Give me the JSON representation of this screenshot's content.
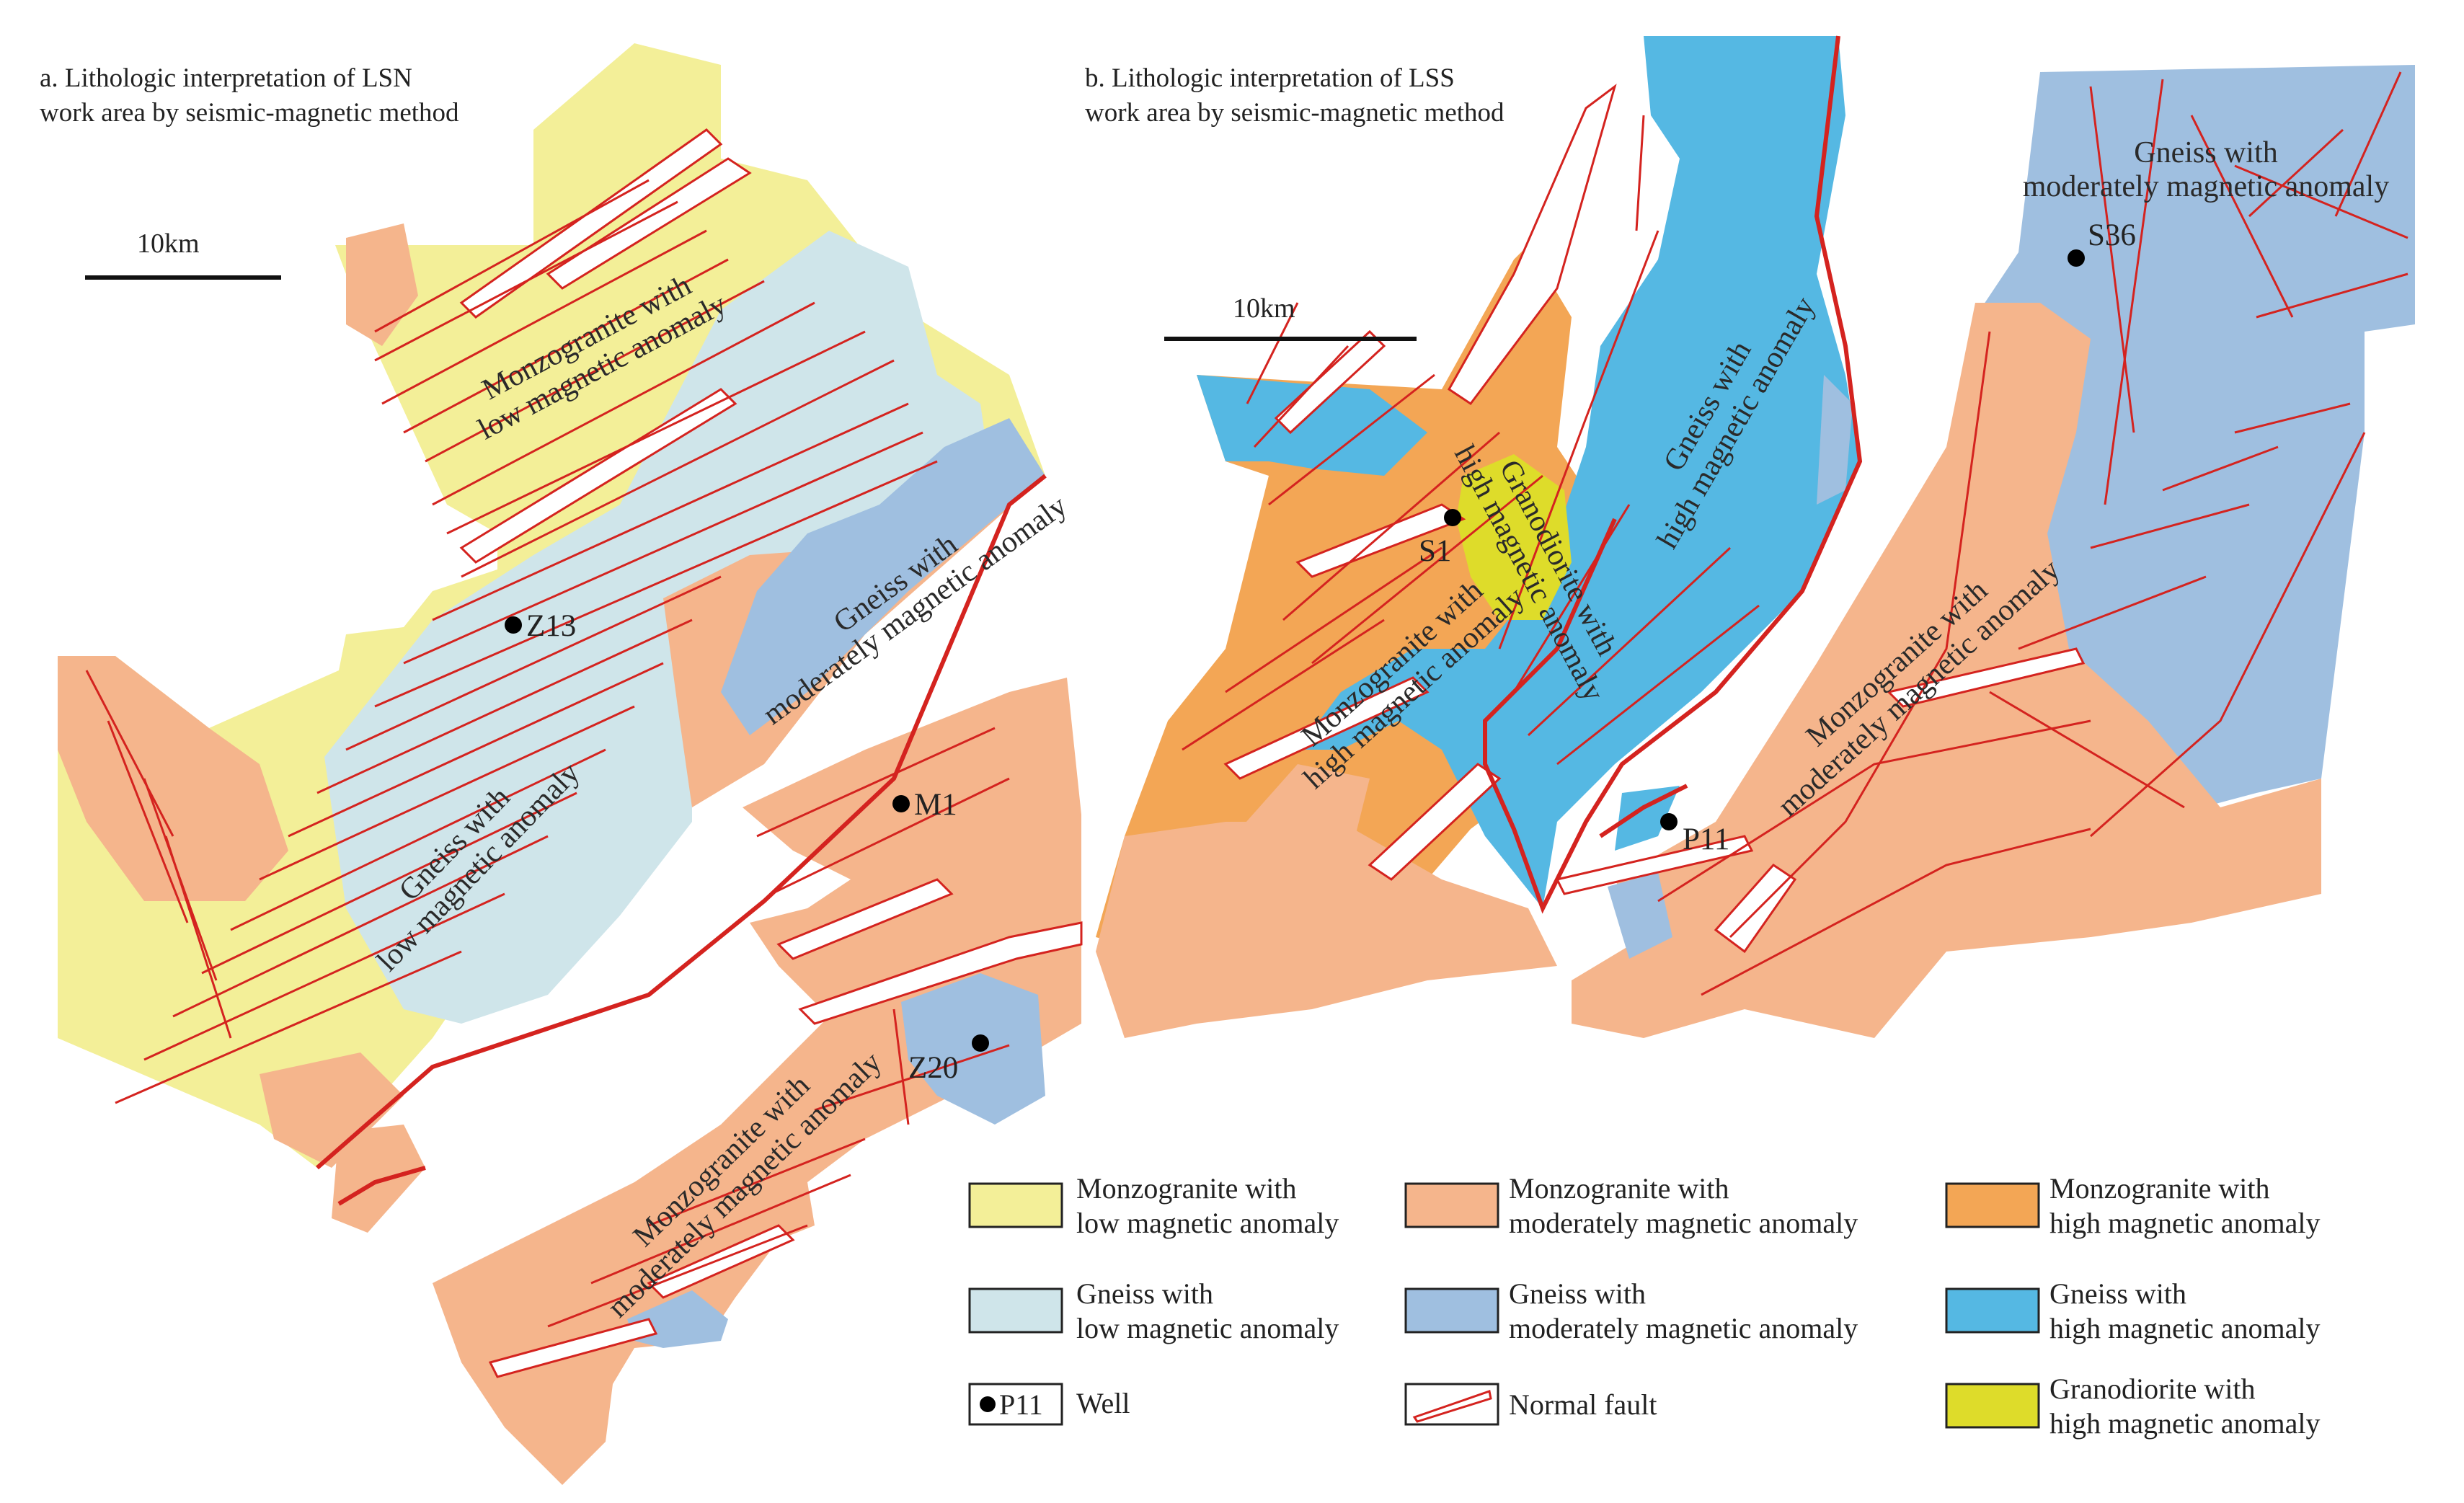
{
  "colors": {
    "monzo_low": "#f3ef98",
    "monzo_mod": "#f5b58c",
    "monzo_high": "#f3a655",
    "gneiss_low": "#cfe5ea",
    "gneiss_mod": "#9fbfe0",
    "gneiss_high": "#55b8e3",
    "granodiorite_high": "#dedc2a",
    "fault": "#d4231f",
    "well": "#000000"
  },
  "panel_a": {
    "title_line1": "a. Lithologic interpretation of LSN",
    "title_line2": "work area by seismic-magnetic method",
    "scale": "10km",
    "zone_labels": {
      "monzo_low_1": "Monzogranite with",
      "monzo_low_2": "low magnetic anomaly",
      "gneiss_mod_1": "Gneiss with",
      "gneiss_mod_2": "moderately magnetic anomaly",
      "gneiss_low_1": "Gneiss with",
      "gneiss_low_2": "low magnetic anomaly",
      "monzo_mod_1": "Monzogranite with",
      "monzo_mod_2": "moderately magnetic anomaly"
    },
    "wells": [
      "Z13",
      "M1",
      "Z20"
    ]
  },
  "panel_b": {
    "title_line1": "b. Lithologic interpretation of LSS",
    "title_line2": "work area by seismic-magnetic method",
    "scale": "10km",
    "zone_labels": {
      "gneiss_mod_1": "Gneiss with",
      "gneiss_mod_2": "moderately magnetic anomaly",
      "gneiss_high_1": "Gneiss with",
      "gneiss_high_2": "high magnetic anomaly",
      "grano_1": "Granodiorite with",
      "grano_2": "high magnetic anomaly",
      "monzo_high_1": "Monzogranite with",
      "monzo_high_2": "high magnetic anomaly",
      "monzo_mod_1": "Monzogranite with",
      "monzo_mod_2": "moderately magnetic anomaly"
    },
    "wells": [
      "S1",
      "S36",
      "P11"
    ]
  },
  "legend": {
    "monzo_low": [
      "Monzogranite with",
      "low magnetic anomaly"
    ],
    "monzo_mod": [
      "Monzogranite with",
      "moderately magnetic anomaly"
    ],
    "monzo_high": [
      "Monzogranite with",
      "high magnetic anomaly"
    ],
    "gneiss_low": [
      "Gneiss with",
      "low magnetic anomaly"
    ],
    "gneiss_mod": [
      "Gneiss with",
      "moderately magnetic anomaly"
    ],
    "gneiss_high": [
      "Gneiss with",
      "high magnetic anomaly"
    ],
    "well_sample": "P11",
    "well": "Well",
    "fault": "Normal fault",
    "granodiorite": [
      "Granodiorite with",
      "high magnetic anomaly"
    ]
  }
}
